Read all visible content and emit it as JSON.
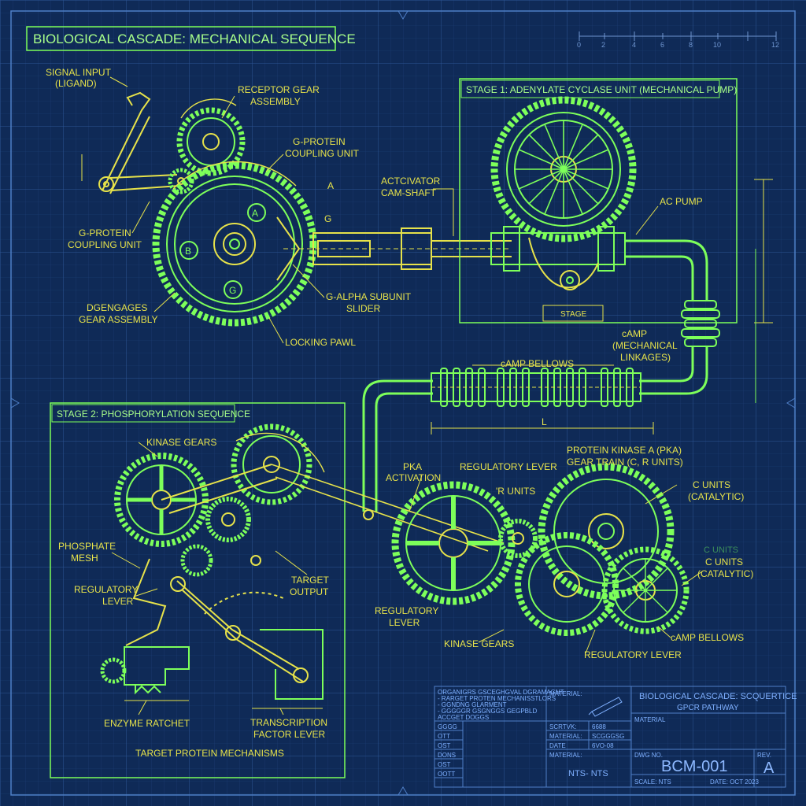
{
  "colors": {
    "background": "#0f2a57",
    "grid_minor": "#1d3f77",
    "grid_major": "#2d5596",
    "line_green": "#7dff5a",
    "line_yellow": "#e6e24a",
    "text_blue": "#7fb0ff"
  },
  "title": "BIOLOGICAL CASCADE: MECHANICAL SEQUENCE",
  "scale_bar": [
    "0",
    "2",
    "4",
    "6",
    "8",
    "10",
    "12"
  ],
  "labels": {
    "signal_input": [
      "SIGNAL INPUT",
      "(LIGAND)"
    ],
    "receptor_gear": [
      "RECEPTOR GEAR",
      "ASSEMBLY"
    ],
    "g_protein_top": [
      "G-PROTEIN",
      "COUPLING UNIT"
    ],
    "g_protein_left": [
      "G-PROTEIN",
      "COUPLING UNIT"
    ],
    "marker_a": "A",
    "marker_g": "G",
    "gear_a": "A",
    "gear_b": "B",
    "gear_g": "G",
    "activator": [
      "ACTCIVATOR",
      "CAM-SHAFT"
    ],
    "disengages": [
      "DGENGAGES",
      "GEAR ASSEMBLY"
    ],
    "g_alpha": [
      "G-ALPHA SUBUNIT",
      "SLIDER"
    ],
    "locking_pawl": "LOCKING PAWL",
    "ac_pump": "AC PUMP",
    "camp_linkages": [
      "cAMP",
      "(MECHANICAL",
      "LINKAGES)"
    ],
    "camp_bellows": "cAMP BELLOWS",
    "dimension_l": "L",
    "pka_activation": [
      "PKA",
      "ACTIVATION"
    ],
    "regulatory_lever_top": "REGULATORY LEVER",
    "r_units": "'R UNITS",
    "pka_gear_train": [
      "PROTEIN KINASE A (PKA)",
      "GEAR TRAIN (C, R UNITS)"
    ],
    "c_units_1": [
      "C UNITS",
      "(CATALYTIC)"
    ],
    "c_units_2": [
      "C UNITS",
      "(CATALYTIC)"
    ],
    "c_units_faint": "C UNITS",
    "regulatory_lever_mid": [
      "REGULATORY",
      "LEVER"
    ],
    "kinase_gears_bottom": "KINASE GEARS",
    "regulatory_lever_bottom": "REGULATORY LEVER",
    "camp_bellows_bottom": "cAMP BELLOWS"
  },
  "stage1": {
    "title": "STAGE 1: ADENYLATE CYCLASE UNIT (MECHANICAL PUMP)",
    "tag": "STAGE"
  },
  "stage2": {
    "title": "STAGE 2: PHOSPHORYLATION SEQUENCE",
    "labels": {
      "kinase_gears": "KINASE GEARS",
      "phosphate_mesh": [
        "PHOSPHATE",
        "MESH"
      ],
      "regulatory_lever": [
        "REGULATORY",
        "LEVER"
      ],
      "target_output": [
        "TARGET",
        "OUTPUT"
      ],
      "enzyme_ratchet": "ENZYME RATCHET",
      "transcription": [
        "TRANSCRIPTION",
        "FACTOR LEVER"
      ],
      "target_mechanisms": "TARGET PROTEIN MECHANISMS"
    }
  },
  "title_block": {
    "notes": [
      "ORGANIGRS GSCEGHGVAL DGRAMAGNT",
      "- RARGET PROTEN MECHANISSTLORS",
      "- GGNDNG GLARMENT",
      "- GGGGGR GSGNGGS GEGPBLD",
      "ACCGET DOGGS"
    ],
    "left_rows": [
      "GGGG",
      "OTT",
      "OST",
      "DONS",
      "OST",
      "OOTT"
    ],
    "material_header": "MATERIAL:",
    "mid_rows": [
      [
        "SCRTVK:",
        "6688"
      ],
      [
        "MATERIAL:",
        "SCGGGSG"
      ],
      [
        "DATE",
        "6VO-08"
      ]
    ],
    "material_bottom": "MATERIAL:",
    "nts": "NTS- NTS",
    "doc_title": [
      "BIOLOGICAL CASCADE: SCQUERTICE",
      "GPCR PATHWAY"
    ],
    "material_right": "MATERIAL",
    "dwg_label": "DWG NO.",
    "dwg_no": "BCM-001",
    "rev_label": "REV.",
    "rev": "A",
    "scale": "SCALE: NTS",
    "date": "DATE: OCT 2023"
  }
}
